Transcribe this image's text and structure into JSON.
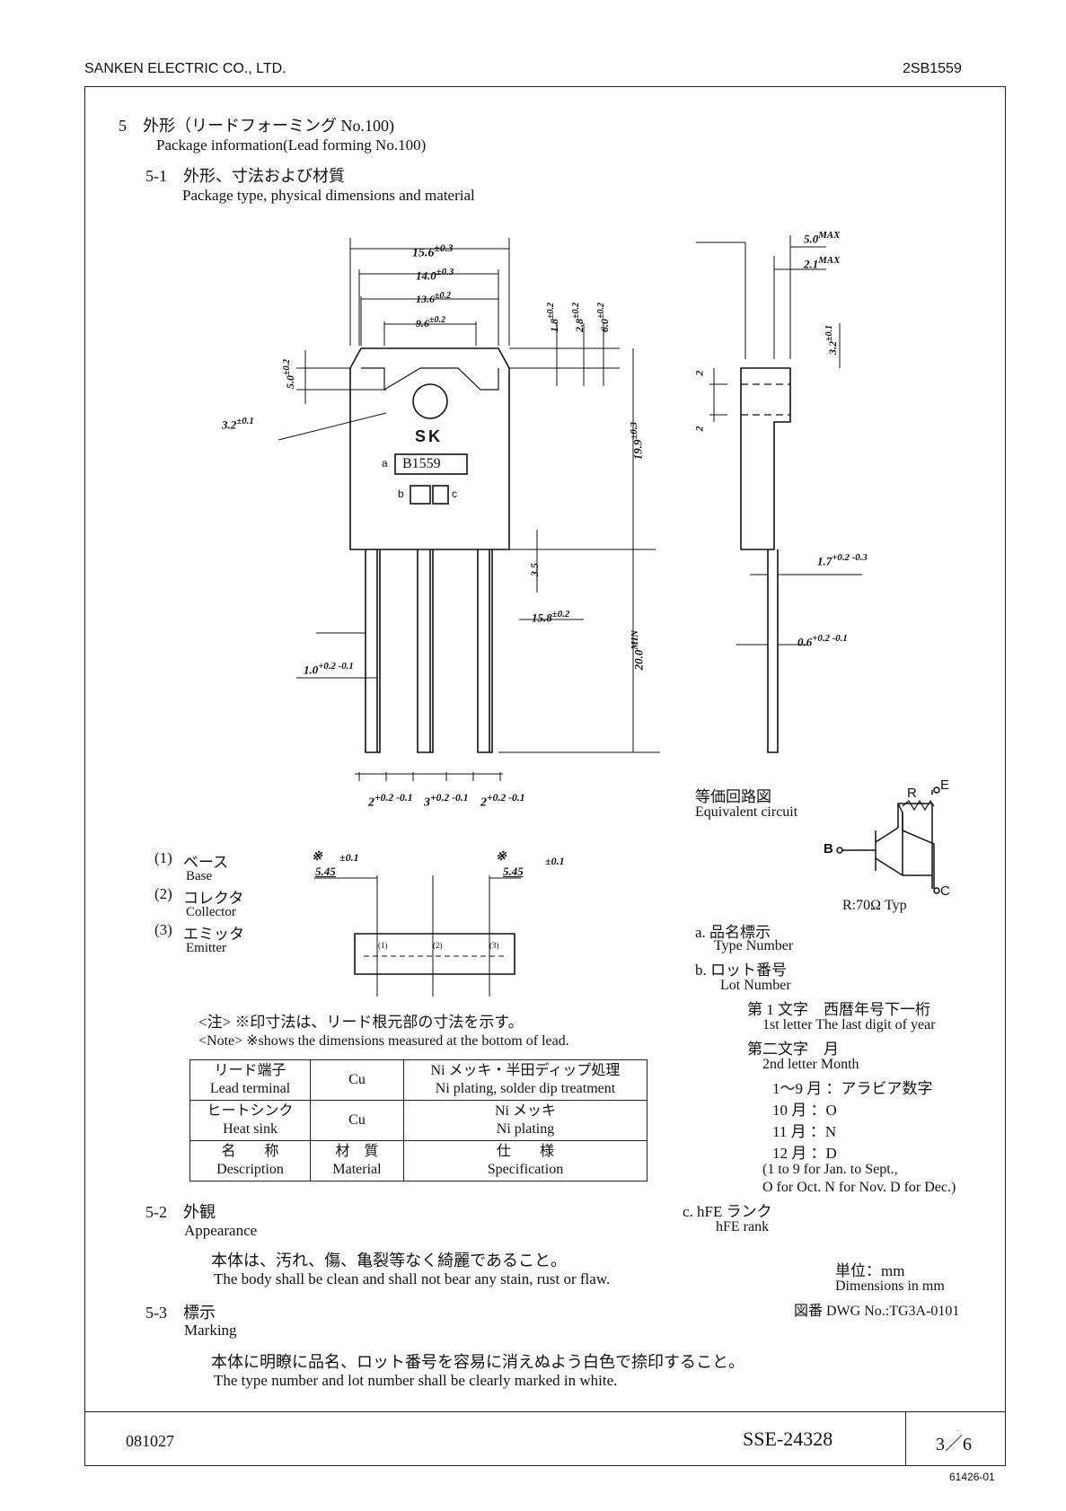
{
  "header": {
    "company": "SANKEN ELECTRIC CO., LTD.",
    "part_number": "2SB1559"
  },
  "section5": {
    "title": "5　外形（リードフォーミング No.100)",
    "title_en": "Package information(Lead forming No.100)"
  },
  "section5_1": {
    "title": "5-1　外形、寸法および材質",
    "title_en": "Package type, physical dimensions and material"
  },
  "drawing": {
    "dims": {
      "d1": "15.6",
      "d1t": "±0.3",
      "d2": "14.0",
      "d2t": "±0.3",
      "d3": "13.6",
      "d3t": "±0.2",
      "d4": "9.6",
      "d4t": "±0.2",
      "v1": "1.8",
      "v1t": "±0.2",
      "v2": "2.8",
      "v2t": "±0.2",
      "v3": "6.0",
      "v3t": "±0.2",
      "hole_off": "5.0",
      "hole_off_t": "±0.2",
      "hole": "3.2",
      "hole_t": "±0.1",
      "height": "19.9",
      "height_t": "±0.3",
      "lead_len": "20.0",
      "lead_len_t": "MIN",
      "lead_w": "3.5",
      "lead_span": "15.8",
      "lead_span_t": "±0.2",
      "lead_t": "1.0",
      "lead_t_t": "+0.2\n-0.1",
      "pitch1": "2",
      "pitch1_t": "+0.2\n-0.1",
      "pitch2": "3",
      "pitch2_t": "+0.2\n-0.1",
      "pitch3": "2",
      "pitch3_t": "+0.2\n-0.1",
      "side_max1": "5.0",
      "side_max1_t": "MAX",
      "side_max2": "2.1",
      "side_max2_t": "MAX",
      "side_v1": "3.2",
      "side_v1_t": "±0.1",
      "side_h1": "2",
      "side_h2": "2",
      "lead_th": "1.7",
      "lead_th_t": "+0.2\n-0.3",
      "lead_pin": "0.6",
      "lead_pin_t": "+0.2\n-0.1",
      "bottom1": "5.45",
      "bottom1_t": "±0.1",
      "bottom2": "5.45",
      "bottom2_t": "±0.1",
      "ref_mark": "※"
    },
    "marking": {
      "logo": "SK",
      "type_label": "a",
      "type_text": "B1559",
      "lot_label_b": "b",
      "lot_label_c": "c"
    },
    "pins": {
      "p1": "(1)",
      "p2": "(2)",
      "p3": "(3)"
    }
  },
  "terminals": [
    {
      "num": "(1)",
      "jp": "ベース",
      "en": "Base"
    },
    {
      "num": "(2)",
      "jp": "コレクタ",
      "en": "Collector"
    },
    {
      "num": "(3)",
      "jp": "エミッタ",
      "en": "Emitter"
    }
  ],
  "note": {
    "jp": "<注> ※印寸法は、リード根元部の寸法を示す。",
    "en": "<Note> ※shows the dimensions measured at the bottom of lead."
  },
  "table": {
    "rows": [
      {
        "c1": "リード端子",
        "c1en": "Lead terminal",
        "c2": "Cu",
        "c3": "Ni メッキ・半田ディップ処理",
        "c3en": "Ni plating, solder dip treatment"
      },
      {
        "c1": "ヒートシンク",
        "c1en": "Heat sink",
        "c2": "Cu",
        "c3": "Ni メッキ",
        "c3en": "Ni plating"
      },
      {
        "c1": "名　　称",
        "c1en": "Description",
        "c2": "材　質",
        "c2en": "Material",
        "c3": "仕　　様",
        "c3en": "Specification"
      }
    ]
  },
  "circuit": {
    "title": "等価回路図",
    "title_en": "Equivalent circuit",
    "R": "R",
    "E": "E",
    "B": "B",
    "C": "C",
    "note": "R:70Ω Typ"
  },
  "marking_info": {
    "a": "a. 品名標示",
    "a_en": "Type Number",
    "b": "b. ロット番号",
    "b_en": "Lot Number",
    "l1": "第 1 文字　西暦年号下一桁",
    "l1_en": "1st letter The last digit of year",
    "l2": "第二文字　月",
    "l2_en": "2nd letter Month",
    "m1": "1〜9 月 ：アラビア数字",
    "m2": "10 月 ：O",
    "m3": "11 月 ：N",
    "m4": "12 月 ：D",
    "m5": "(1 to 9 for Jan. to Sept.,",
    "m6": "O for Oct. N for Nov. D for Dec.)",
    "c": "c. hFE ランク",
    "c_en": "hFE rank"
  },
  "units": {
    "jp": "単位：mm",
    "en": "Dimensions in mm",
    "dwg": "図番 DWG No.:TG3A-0101"
  },
  "section5_2": {
    "title": "5-2　外観",
    "title_en": "Appearance",
    "jp": "本体は、汚れ、傷、亀裂等なく綺麗であること。",
    "en": "The body shall be clean and shall not bear any stain, rust or flaw."
  },
  "section5_3": {
    "title": "5-3　標示",
    "title_en": "Marking",
    "jp": "本体に明瞭に品名、ロット番号を容易に消えぬよう白色で捺印すること。",
    "en": "The type number and lot number shall be clearly marked in white."
  },
  "footer": {
    "date": "081027",
    "doc": "SSE-24328",
    "page": "3／6",
    "code": "61426-01"
  }
}
